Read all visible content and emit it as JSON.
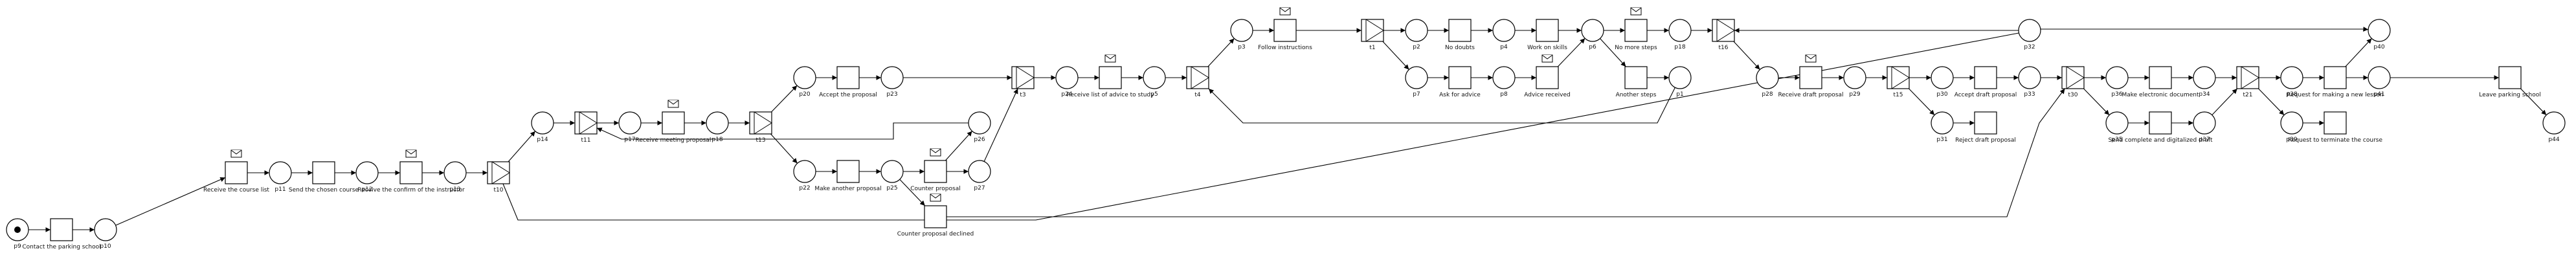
{
  "places": [
    {
      "id": "p9",
      "label": "p9",
      "token": true
    },
    {
      "id": "p10",
      "label": "p10"
    },
    {
      "id": "p11",
      "label": "p11"
    },
    {
      "id": "p12",
      "label": "p12"
    },
    {
      "id": "p13",
      "label": "p13"
    },
    {
      "id": "p14",
      "label": "p14"
    },
    {
      "id": "p17",
      "label": "p17"
    },
    {
      "id": "p18",
      "label": "p18"
    },
    {
      "id": "p20",
      "label": "p20"
    },
    {
      "id": "p22",
      "label": "p22"
    },
    {
      "id": "p23",
      "label": "p23"
    },
    {
      "id": "p24",
      "label": "p24"
    },
    {
      "id": "p25",
      "label": "p25"
    },
    {
      "id": "p26",
      "label": "p26"
    },
    {
      "id": "p27",
      "label": "p27"
    },
    {
      "id": "p3",
      "label": "p3"
    },
    {
      "id": "p5",
      "label": "p5"
    },
    {
      "id": "p2",
      "label": "p2"
    },
    {
      "id": "p4",
      "label": "p4"
    },
    {
      "id": "p7",
      "label": "p7"
    },
    {
      "id": "p6",
      "label": "p6"
    },
    {
      "id": "p8",
      "label": "p8"
    },
    {
      "id": "p1",
      "label": "p1"
    },
    {
      "id": "p32",
      "label": "p32"
    },
    {
      "id": "p28",
      "label": "p28"
    },
    {
      "id": "p29",
      "label": "p29"
    },
    {
      "id": "p30",
      "label": "p30"
    },
    {
      "id": "p31",
      "label": "p31"
    },
    {
      "id": "p33",
      "label": "p33"
    },
    {
      "id": "p36",
      "label": "p36"
    },
    {
      "id": "p35",
      "label": "p35"
    },
    {
      "id": "p34",
      "label": "p34"
    },
    {
      "id": "p37",
      "label": "p37"
    },
    {
      "id": "p38",
      "label": "p38"
    },
    {
      "id": "p39",
      "label": "p39"
    },
    {
      "id": "p40",
      "label": "p40"
    },
    {
      "id": "p41",
      "label": "p41"
    },
    {
      "id": "p44",
      "label": "p44"
    }
  ],
  "transitions": [
    {
      "id": "contact",
      "label": "Contact the parking school"
    },
    {
      "id": "recvcourse",
      "label": "Receive the course list",
      "message": true
    },
    {
      "id": "sendchosen",
      "label": "Send the chosen course"
    },
    {
      "id": "recvconfirm",
      "label": "Receive the confirm of the instructor",
      "message": true
    },
    {
      "id": "t10",
      "label": "t10",
      "kind": "xor"
    },
    {
      "id": "t11",
      "label": "t11",
      "kind": "xor"
    },
    {
      "id": "recvmeeting",
      "label": "Receive meeting proposal",
      "message": true
    },
    {
      "id": "t13",
      "label": "t13",
      "kind": "xor"
    },
    {
      "id": "accept",
      "label": "Accept the proposal"
    },
    {
      "id": "makeanother",
      "label": "Make another proposal"
    },
    {
      "id": "counter",
      "label": "Counter proposal",
      "message": true
    },
    {
      "id": "counterdecl",
      "label": "Counter proposal declined",
      "message": true
    },
    {
      "id": "t3",
      "label": "t3",
      "kind": "xor"
    },
    {
      "id": "recvlist",
      "label": "Receive list of advice to study",
      "message": true
    },
    {
      "id": "t4",
      "label": "t4",
      "kind": "xor"
    },
    {
      "id": "follow",
      "label": "Follow instructions",
      "message": true
    },
    {
      "id": "t1",
      "label": "t1",
      "kind": "and"
    },
    {
      "id": "nodoubts",
      "label": "No doubts"
    },
    {
      "id": "askadvice",
      "label": "Ask for advice"
    },
    {
      "id": "workskills",
      "label": "Work on skills"
    },
    {
      "id": "advrecv",
      "label": "Advice received",
      "message": true
    },
    {
      "id": "nomore",
      "label": "No more steps",
      "message": true
    },
    {
      "id": "another",
      "label": "Another steps"
    },
    {
      "id": "t16",
      "label": "t16",
      "kind": "xor"
    },
    {
      "id": "recvdraft",
      "label": "Receive draft proposal",
      "message": true
    },
    {
      "id": "t15",
      "label": "t15",
      "kind": "xor"
    },
    {
      "id": "acceptdraft",
      "label": "Accept draft proposal"
    },
    {
      "id": "rejectdraft",
      "label": "Reject draft proposal"
    },
    {
      "id": "t30",
      "label": "t30",
      "kind": "xor"
    },
    {
      "id": "makeelec",
      "label": "Make electronic document"
    },
    {
      "id": "sendcomplete",
      "label": "Send complete and digitalized draft"
    },
    {
      "id": "t21",
      "label": "t21",
      "kind": "and"
    },
    {
      "id": "reqnew",
      "label": "Request for making a new lesson"
    },
    {
      "id": "reqterm",
      "label": "Request to terminate the course"
    },
    {
      "id": "leave",
      "label": "Leave parking school"
    }
  ]
}
